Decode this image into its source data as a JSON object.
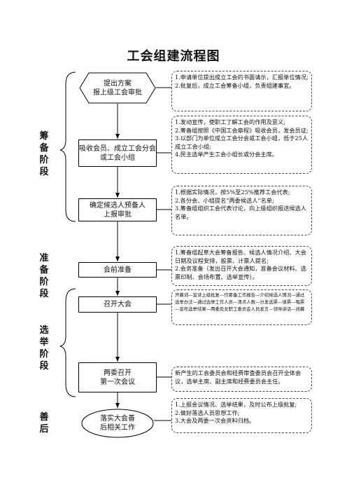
{
  "title": "工会组建流程图",
  "phases": {
    "prep": [
      "筹",
      "备",
      "阶",
      "段"
    ],
    "ready": [
      "准",
      "备",
      "阶",
      "段"
    ],
    "election": [
      "选",
      "举",
      "阶",
      "段"
    ],
    "after": [
      "善",
      "后"
    ]
  },
  "steps": {
    "s1": [
      "提出方案",
      "报上级工会审批"
    ],
    "s2": [
      "吸收会员、成立工会分会",
      "或工会小组"
    ],
    "s3": [
      "确定候选人预备人",
      "上报审批"
    ],
    "s4": [
      "会前准备"
    ],
    "s5": [
      "召开大会"
    ],
    "s6": [
      "两委召开",
      "第一次会议"
    ],
    "s7": [
      "落实大会善",
      "后相关工作"
    ]
  },
  "notes": {
    "n1": [
      "1.申请单位提出成立工会的书面请示，汇报单位情况;",
      "2.批复后，成立工会筹备小组，负责组建事宜。"
    ],
    "n2": [
      "1.发动宣传，使职工了解工会的作用及意义;",
      "2.筹备组按照《中国工会章程》吸收会员，发会员证;",
      "3.以部门为单位成立工会分会或工会小组，低于25人成立工会小组;",
      "4.民主选举产生工会小组长或分会主席。"
    ],
    "n3": [
      "1.根据实际情况，按5%至25%推荐工会代表;",
      "2.各分会、小组提名“两委候选人”名单;",
      "3.筹备组组织工会代表讨论，向上级组织报送候选人名单。"
    ],
    "n4": [
      "1.筹备组起草大会筹备报告、候选人情况介绍、大会日期及议程安排，股票、计票人提名;",
      "2.会务准备（发出召开大会通知，准备会议材料、选票印制、会场布置、选举宣传）。"
    ],
    "n5": [
      "开幕词—宣读上级批复—作筹备工作报告—介绍候选人情况—通过选举办法—通过选举工作人员—清点人数—分发选票—填票—唱票—宣布选举结果—两委及女职工委员会人员发言—领导讲话—闭幕"
    ],
    "n6": [
      "新产生的工会委员会和经费审查委员会召开全体会议，选举主席、副主席和经费委员会主任。"
    ],
    "n7": [
      "1.上报会议情况、选举结果，及时公布上级批复;",
      "2.做好落选人员思想工作;",
      "3.大会及两委一次会资料归档。"
    ]
  }
}
